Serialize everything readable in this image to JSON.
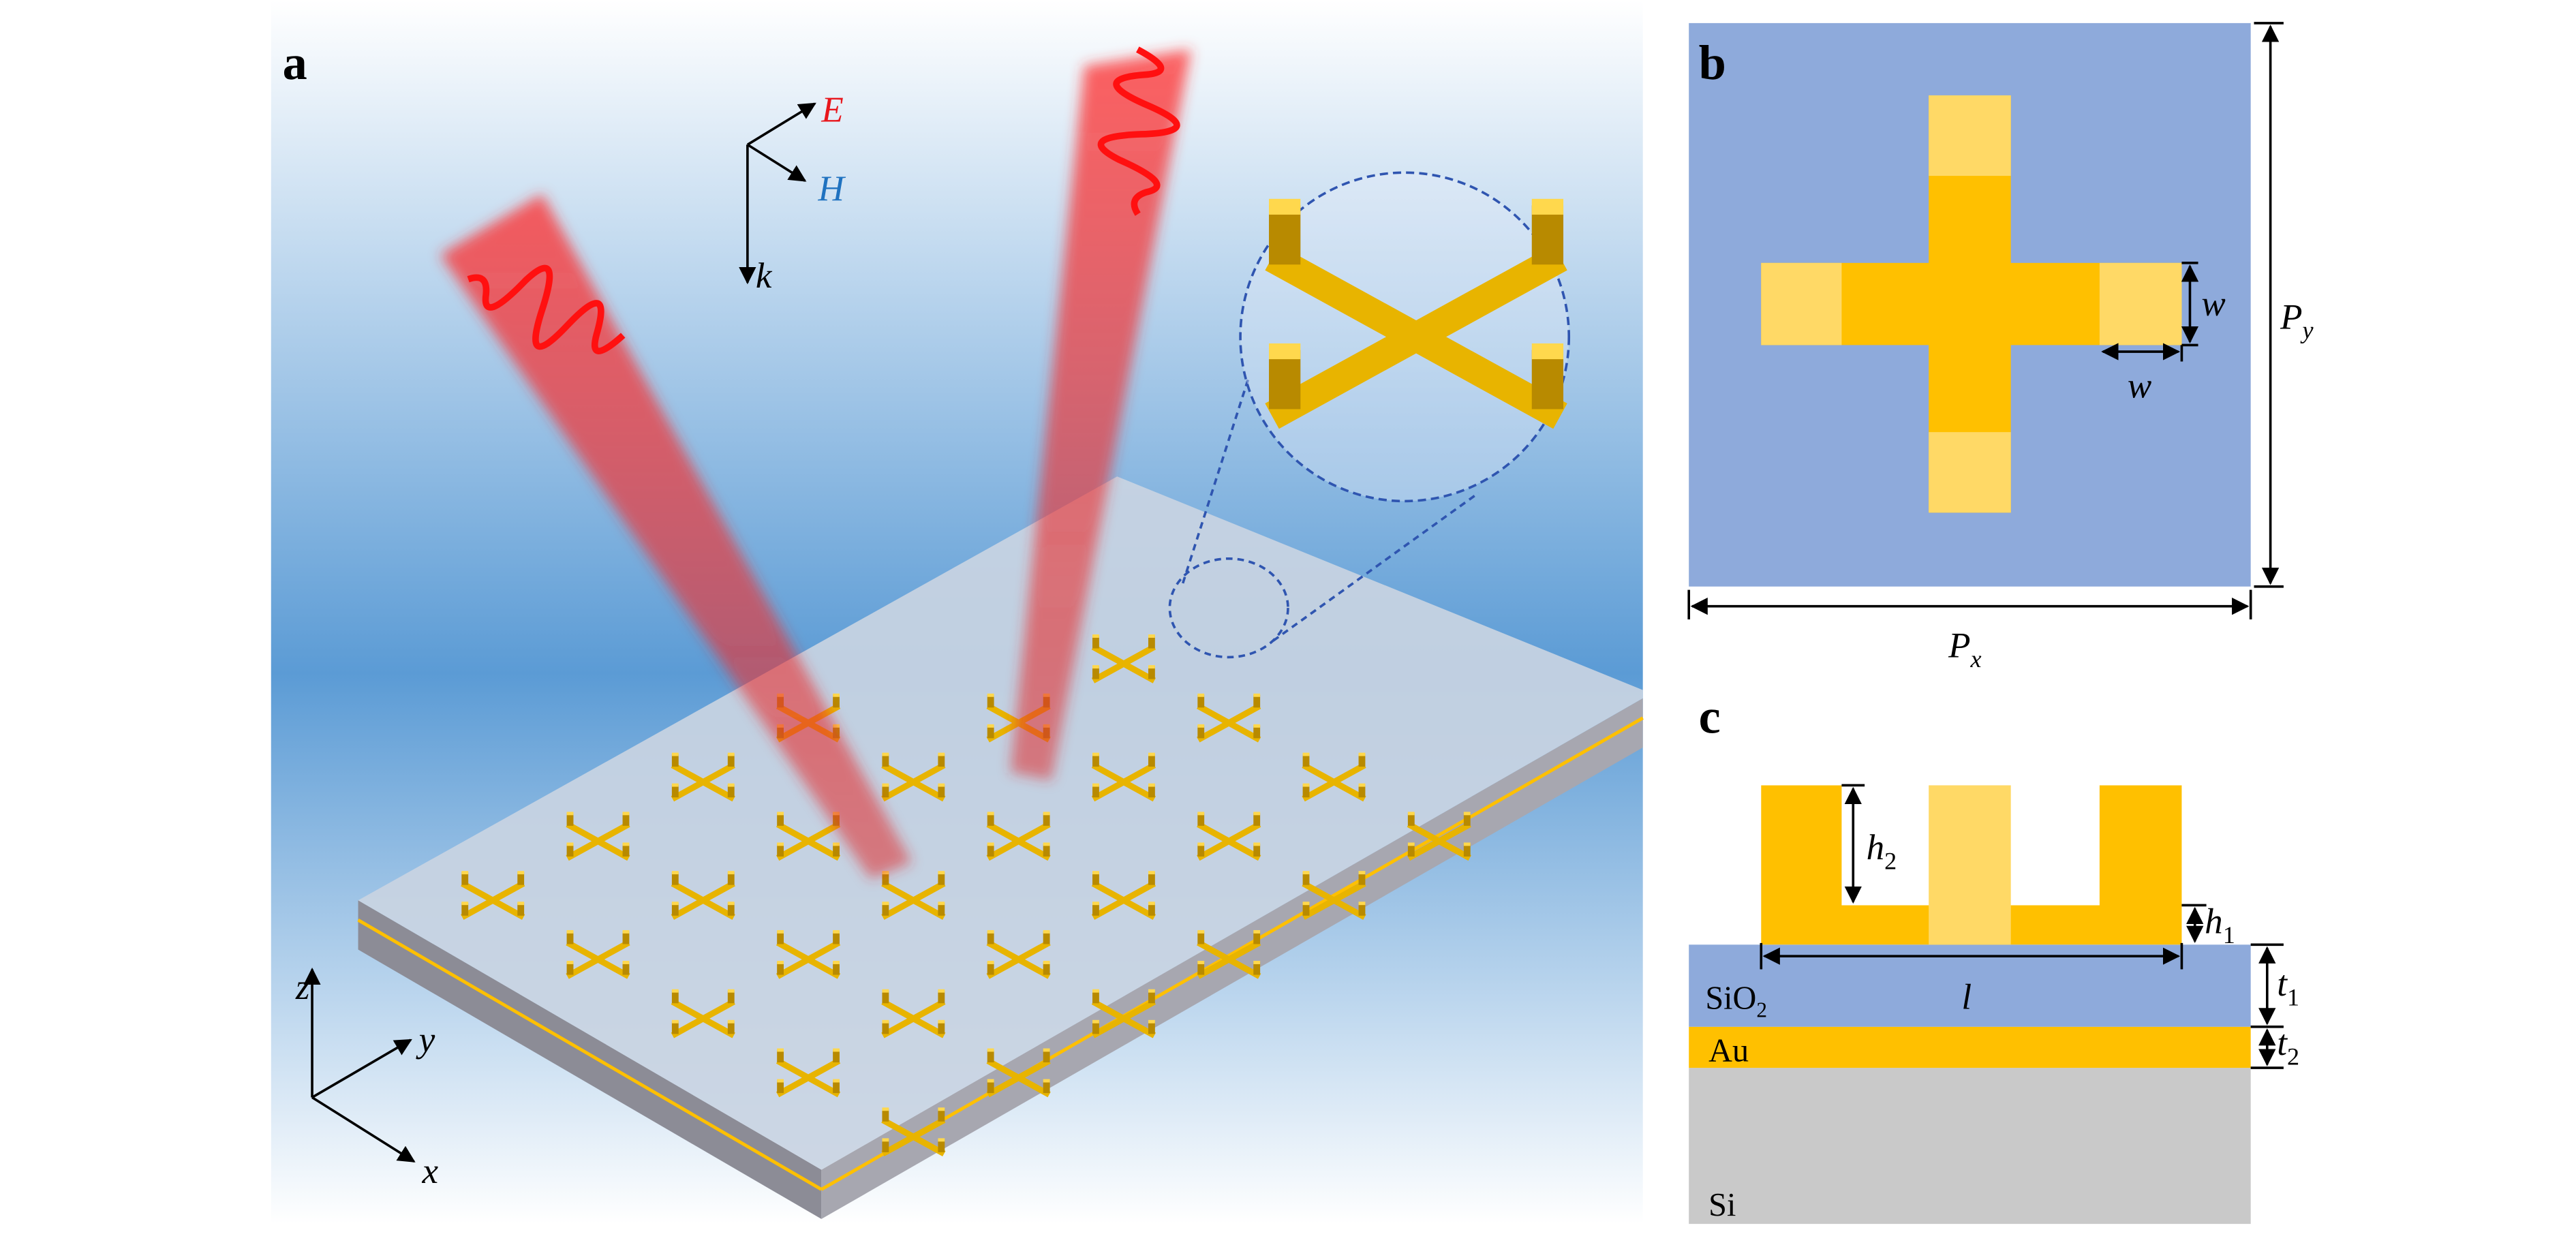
{
  "panels": {
    "a": {
      "label": "a",
      "field": {
        "E": "E",
        "H": "H",
        "k": "k"
      },
      "axes": {
        "x": "x",
        "y": "y",
        "z": "z"
      }
    },
    "b": {
      "label": "b",
      "Py": "P",
      "Py_sub": "y",
      "Px": "P",
      "Px_sub": "x",
      "w1": "w",
      "w2": "w"
    },
    "c": {
      "label": "c",
      "h2": "h",
      "h2_sub": "2",
      "h1": "h",
      "h1_sub": "1",
      "l": "l",
      "t1": "t",
      "t1_sub": "1",
      "t2": "t",
      "t2_sub": "2",
      "layers": {
        "sio2": "SiO",
        "sio2_sub": "2",
        "au": "Au",
        "si": "Si"
      }
    }
  },
  "colors": {
    "gold": "#ffc000",
    "gold_light": "#ffd966",
    "sio2": "#8eaadb",
    "si": "#c9c9c9",
    "E": "#e8161c",
    "H": "#1f72c0",
    "beam": "#ff2020"
  }
}
